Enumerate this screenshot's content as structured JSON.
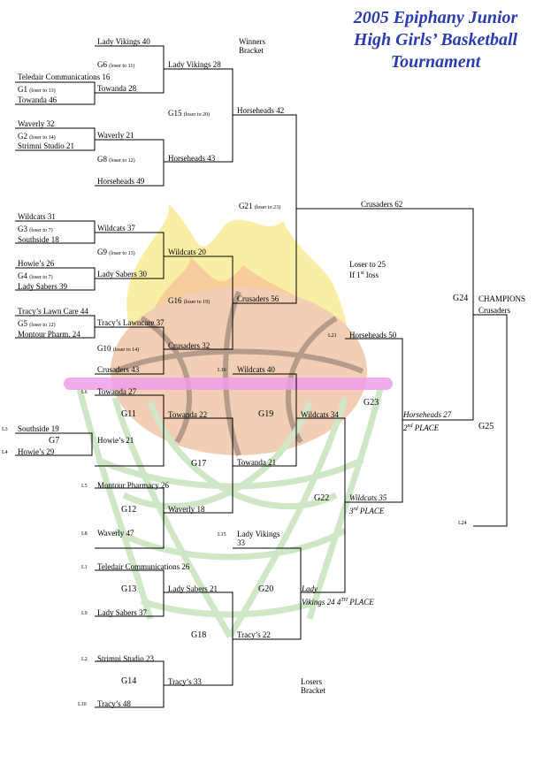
{
  "title": {
    "line1": "2005 Epiphany Junior",
    "line2": "High Girls’ Basketball",
    "line3": "Tournament"
  },
  "colors": {
    "title": "#2b3cb0"
  },
  "winners_bracket": {
    "label_1": "Winners",
    "label_2": "Bracket",
    "round1": [
      {
        "team": "Lady Vikings 40"
      },
      {
        "game": "G6",
        "note": "(loser to 11)"
      },
      {
        "team": "Teledair Communications 16"
      },
      {
        "game": "G1",
        "note": "(loser to 13)"
      },
      {
        "team": "Towanda 46"
      },
      {
        "team": "Waverly 32"
      },
      {
        "game": "G2",
        "note": "(loser to 14)"
      },
      {
        "team": "Strimni Studio 21"
      },
      {
        "game": "G8",
        "note": "(loser to 12)"
      },
      {
        "team": "Horseheads 49"
      },
      {
        "team": "Wildcats 31"
      },
      {
        "game": "G3",
        "note": "(loser to 7)"
      },
      {
        "team": "Southside 18"
      },
      {
        "game": "G9",
        "note": "(loser to 13)"
      },
      {
        "team": "Howie’s 26"
      },
      {
        "game": "G4",
        "note": "(loser to 7)"
      },
      {
        "team": "Lady Sabers 39"
      },
      {
        "team": "Tracy’s Lawn Care 44"
      },
      {
        "game": "G5",
        "note": "(loser to 12)"
      },
      {
        "team": "Montour Pharm. 24"
      },
      {
        "game": "G10",
        "note": "(loser to 14)"
      },
      {
        "team": "Crusaders 43"
      }
    ],
    "round2": [
      {
        "team": "Lady Vikings 28"
      },
      {
        "team": "Towanda 28"
      },
      {
        "game": "G15",
        "note": "(loser to 20)"
      },
      {
        "team": "Waverly 21"
      },
      {
        "team": "Horseheads 43"
      },
      {
        "team": "Wildcats 37"
      },
      {
        "team": "Lady Sabers 30"
      },
      {
        "team": "Tracy’s Lawncare 37"
      },
      {
        "game": "G16",
        "note": "(loser to 19)"
      }
    ],
    "round3": [
      {
        "team": "Horseheads  42"
      },
      {
        "team": "Wildcats 20"
      },
      {
        "team": "Crusaders 32"
      },
      {
        "game": "G21",
        "note": "(loser to 23)"
      },
      {
        "team": "Crusaders 56"
      }
    ],
    "final_winner": "Crusaders  62",
    "loser_note_1": "Loser to 25",
    "loser_note_2": "If 1",
    "loser_note_sup": "st",
    "loser_note_3": " loss"
  },
  "championship": {
    "game": "G24",
    "label": "CHAMPIONS",
    "champion": "Crusaders",
    "g25": "G25",
    "l24": "L24"
  },
  "losers_bracket": {
    "label_1": "Losers",
    "label_2": "Bracket",
    "l21": "L21",
    "horseheads": "Horseheads 50",
    "g23": "G23",
    "second_place": "Horseheads 27",
    "second_place_label": "2",
    "second_sup": "nd",
    "second_rest": " PLACE",
    "l16": "L16",
    "wildcats_40": "Wildcats 40",
    "l6": "L6",
    "towanda_27": "Towanda 27",
    "g11": "G11",
    "towanda_22": "Towanda 22",
    "g19": "G19",
    "wildcats_34": "Wildcats 34",
    "l3": "L3",
    "southside_19": "Southside 19",
    "g7": "G7",
    "howies_21": "Howie’s 21",
    "l4": "L4",
    "howies_29": "Howie’s 29",
    "g17": "G17",
    "towanda_21": "Towanda 21",
    "g22": "G22",
    "third_place": "Wildcats 35",
    "third_label": "3",
    "third_sup": "rd",
    "third_rest": " PLACE",
    "l5": "L5",
    "montour": "Montour Pharmacy 26",
    "g12": "G12",
    "waverly_18": "Waverly 18",
    "l8": "L8",
    "waverly_47": "Waverly 47",
    "l15": "L15",
    "lady_vikings": "Lady Vikings",
    "lady_vikings_score": "33",
    "l1": "L1",
    "teledair": "Teledair Communications 26",
    "g13": "G13",
    "lady_sabers_21": "Lady Sabers 21",
    "g20": "G20",
    "fourth_lady": "Lady",
    "fourth_rest": "Vikings 24  4",
    "fourth_sup": "TH",
    "fourth_place": " PLACE",
    "l9": "L9",
    "lady_sabers_37": "Lady Sabers 37",
    "g18": "G18",
    "tracys_22": "Tracy’s 22",
    "l2": "L2",
    "strimni": "Strimni Studio 23",
    "g14": "G14",
    "tracys_33": "Tracy’s 33",
    "l10": "L10",
    "tracys_48": "Tracy’s 48"
  }
}
